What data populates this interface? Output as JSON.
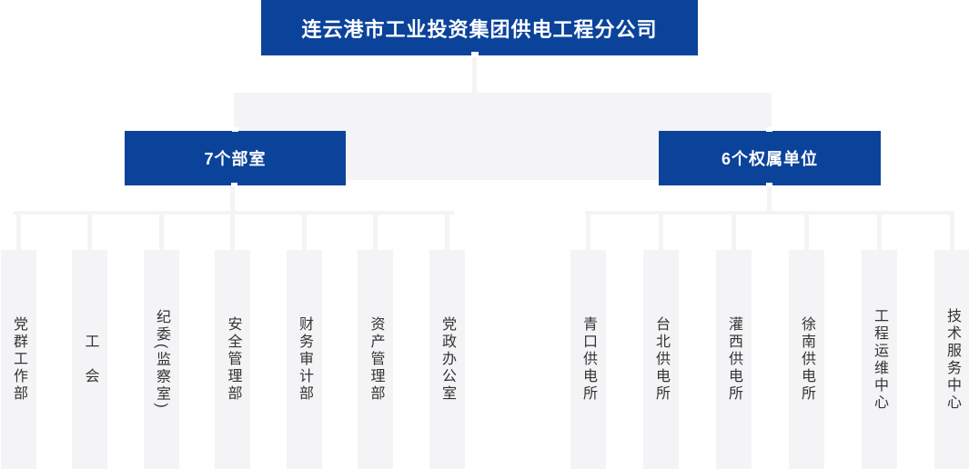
{
  "colors": {
    "node_blue": "#0b439b",
    "connector_gray": "#f4f4f6",
    "node_text": "#ffffff",
    "leaf_text": "#333333",
    "background": "#ffffff"
  },
  "root": {
    "title": "连云港市工业投资集团供电工程分公司"
  },
  "branches": [
    {
      "label": "7个部室",
      "children": [
        "党群工作部",
        "工　会",
        "纪委(监察室)",
        "安全管理部",
        "财务审计部",
        "资产管理部",
        "党政办公室"
      ]
    },
    {
      "label": "6个权属单位",
      "children": [
        "青口供电所",
        "台北供电所",
        "灌西供电所",
        "徐南供电所",
        "工程运维中心",
        "技术服务中心"
      ]
    }
  ]
}
